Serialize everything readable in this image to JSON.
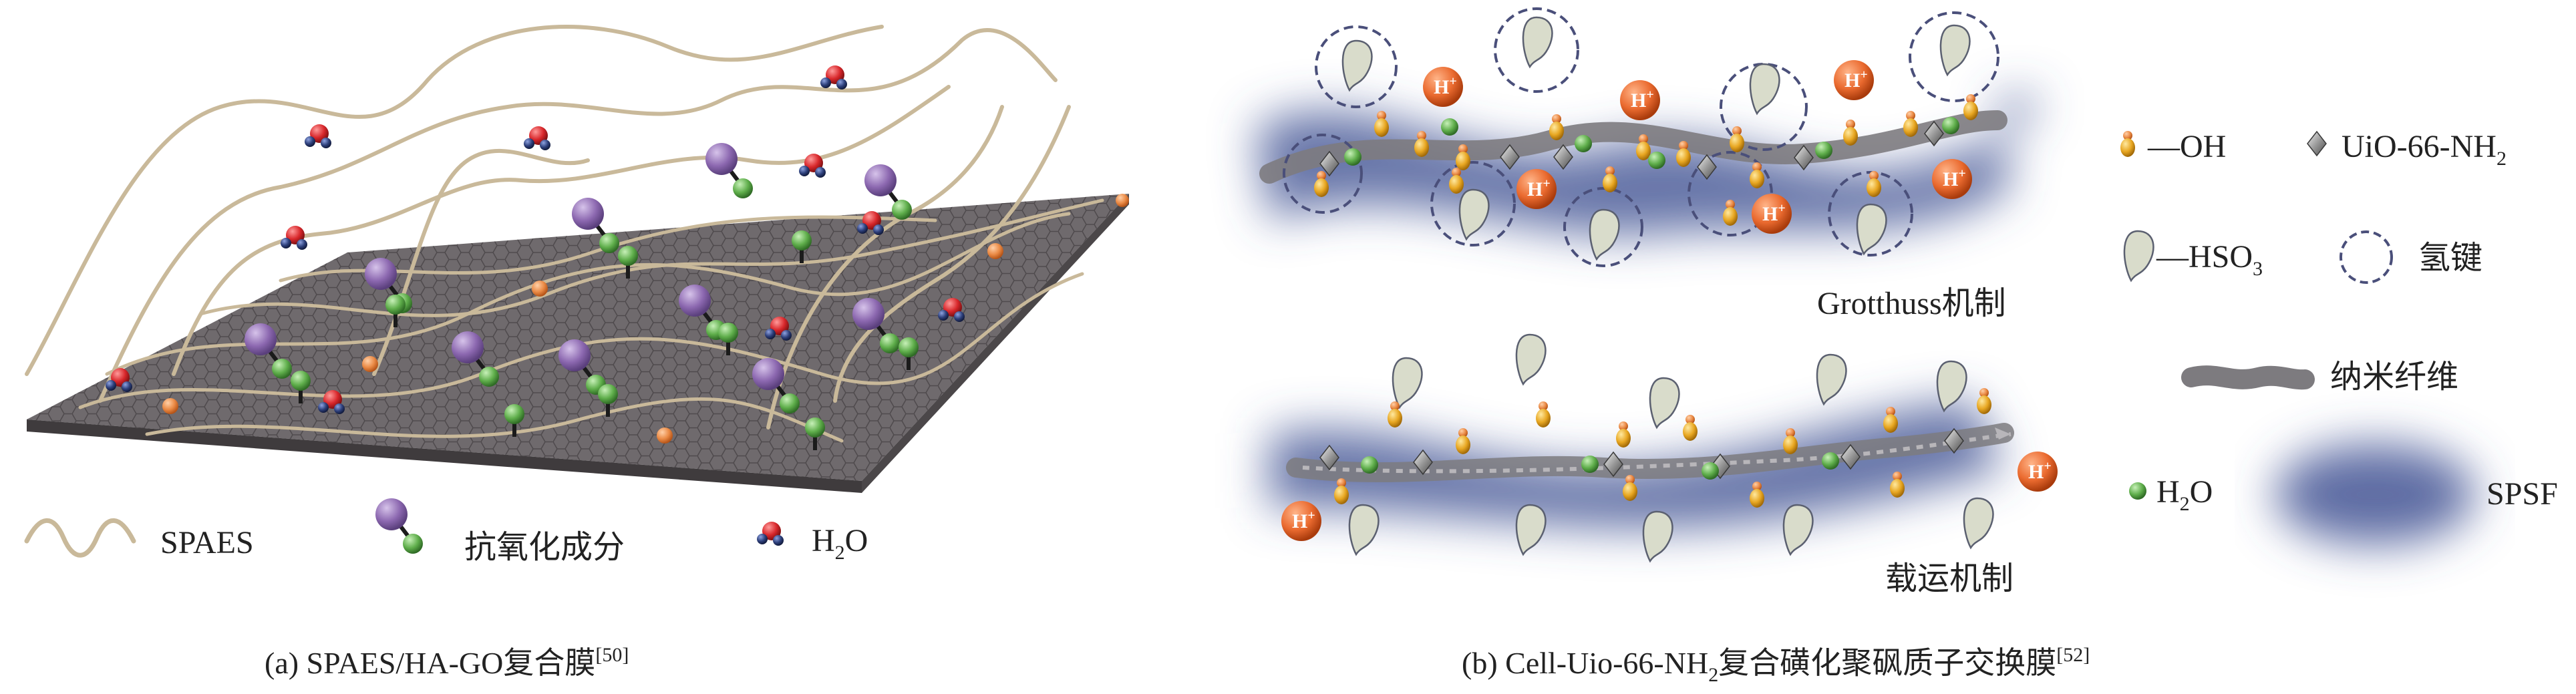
{
  "panel_a": {
    "legend": {
      "fiber_label": "SPAES",
      "antioxidant_label": "抗氧化成分",
      "water_label_main": "H",
      "water_label_sub": "2",
      "water_label_tail": "O"
    },
    "caption": {
      "main": "(a) SPAES/HA-GO复合膜",
      "ref": "[50]"
    }
  },
  "panel_b": {
    "mechanism_top": "Grotthuss机制",
    "mechanism_bottom": "载运机制",
    "proton_label": "H",
    "proton_sup": "+",
    "legend": {
      "oh_label": "—OH",
      "uio_label_main": "UiO-66-NH",
      "uio_label_sub": "2",
      "hso3_label_main": "—HSO",
      "hso3_label_sub": "3",
      "hbond_label": "氢键",
      "fiber_label": "纳米纤维",
      "water_label_main": "H",
      "water_label_sub": "2",
      "water_label_tail": "O",
      "spsf_label": "SPSF"
    },
    "caption": {
      "main_a": "(b) Cell-Uio-66-NH",
      "main_sub": "2",
      "main_b": "复合磺化聚砜质子交换膜",
      "ref": "[52]"
    }
  },
  "colors": {
    "membrane": "#6f6a6d",
    "fiber": "#c9b99a",
    "antioxidant_big": "#8c68b0",
    "antioxidant_small": "#5fae4b",
    "oxygen_red": "#d8272b",
    "hydrogen_blue": "#2d3f7a",
    "proton_orange": "#ea6a2f",
    "spsf_blue": "#4e5d9a",
    "oh_yellow": "#e8a722",
    "hso3_fill": "#d9dccb",
    "hbond_line": "#4a4f7a"
  }
}
